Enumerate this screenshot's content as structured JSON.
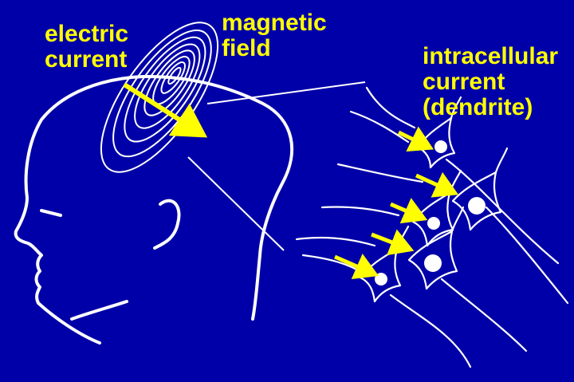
{
  "labels": {
    "electric_current": [
      "electric",
      "current"
    ],
    "magnetic_field": [
      "magnetic",
      "field"
    ],
    "intracellular_current": [
      "intracellular",
      "current",
      "(dendrite)"
    ]
  },
  "colors": {
    "background": "#0000a8",
    "line": "#ffffff",
    "label": "#ffff00",
    "arrow": "#ffff00"
  },
  "icons": {
    "main_arrow": "arrow-right-down",
    "field_lines": "concentric-ellipses",
    "neurons": "pyramidal-neuron"
  }
}
